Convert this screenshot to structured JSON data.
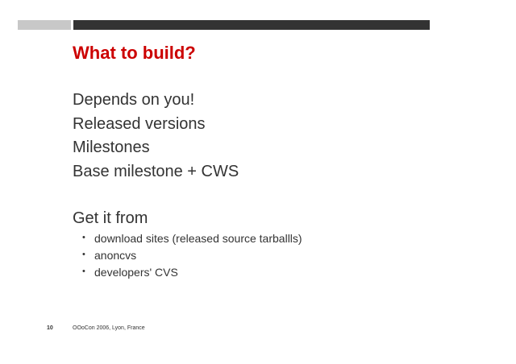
{
  "colors": {
    "title": "#cc0000",
    "text": "#333333",
    "bar_light": "#c8c8c8",
    "bar_dark": "#333333",
    "footer": "#333333"
  },
  "slide": {
    "title": "What to build?",
    "body_lines": [
      "Depends on you!",
      "Released versions",
      "Milestones",
      "Base milestone + CWS"
    ],
    "section_head": "Get it from",
    "bullet_glyph": "•",
    "sub_items": [
      "download sites (released source tarballls)",
      "anoncvs",
      "developers' CVS"
    ]
  },
  "footer": {
    "page_number": "10",
    "text": "OOoCon 2006, Lyon, France"
  }
}
